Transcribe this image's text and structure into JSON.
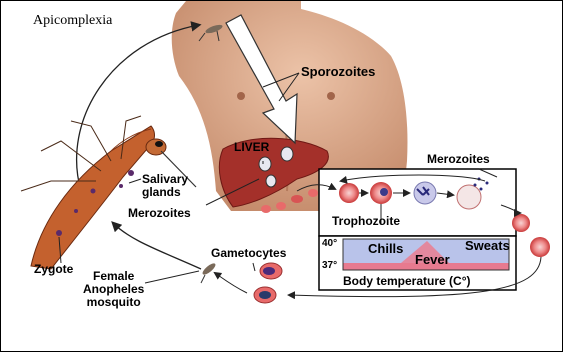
{
  "title": "Apicomplexia",
  "labels": {
    "sporozoites": "Sporozoites",
    "liver": "LIVER",
    "merozoites_top": "Merozoites",
    "salivary_glands": [
      "Salivary",
      "glands"
    ],
    "merozoites_left": "Merozoites",
    "trophozoite": "Trophozoite",
    "gametocytes": "Gametocytes",
    "zygote": "Zygote",
    "mosquito": [
      "Female",
      "Anopheles",
      "mosquito"
    ]
  },
  "temperature_panel": {
    "tick_high": "40°",
    "tick_low": "37°",
    "chills": "Chills",
    "fever": "Fever",
    "sweats": "Sweats",
    "caption": "Body temperature (C°)"
  },
  "colors": {
    "skin": "#d9a98c",
    "skin_shadow": "#c48c6d",
    "liver": "#a4302a",
    "mosquito_body": "#c4612e",
    "red_cell": "#e86a6a",
    "chills_blue": "#b9c3ea",
    "fever_pink": "#e3889e",
    "base_pink": "#e77a8f"
  }
}
